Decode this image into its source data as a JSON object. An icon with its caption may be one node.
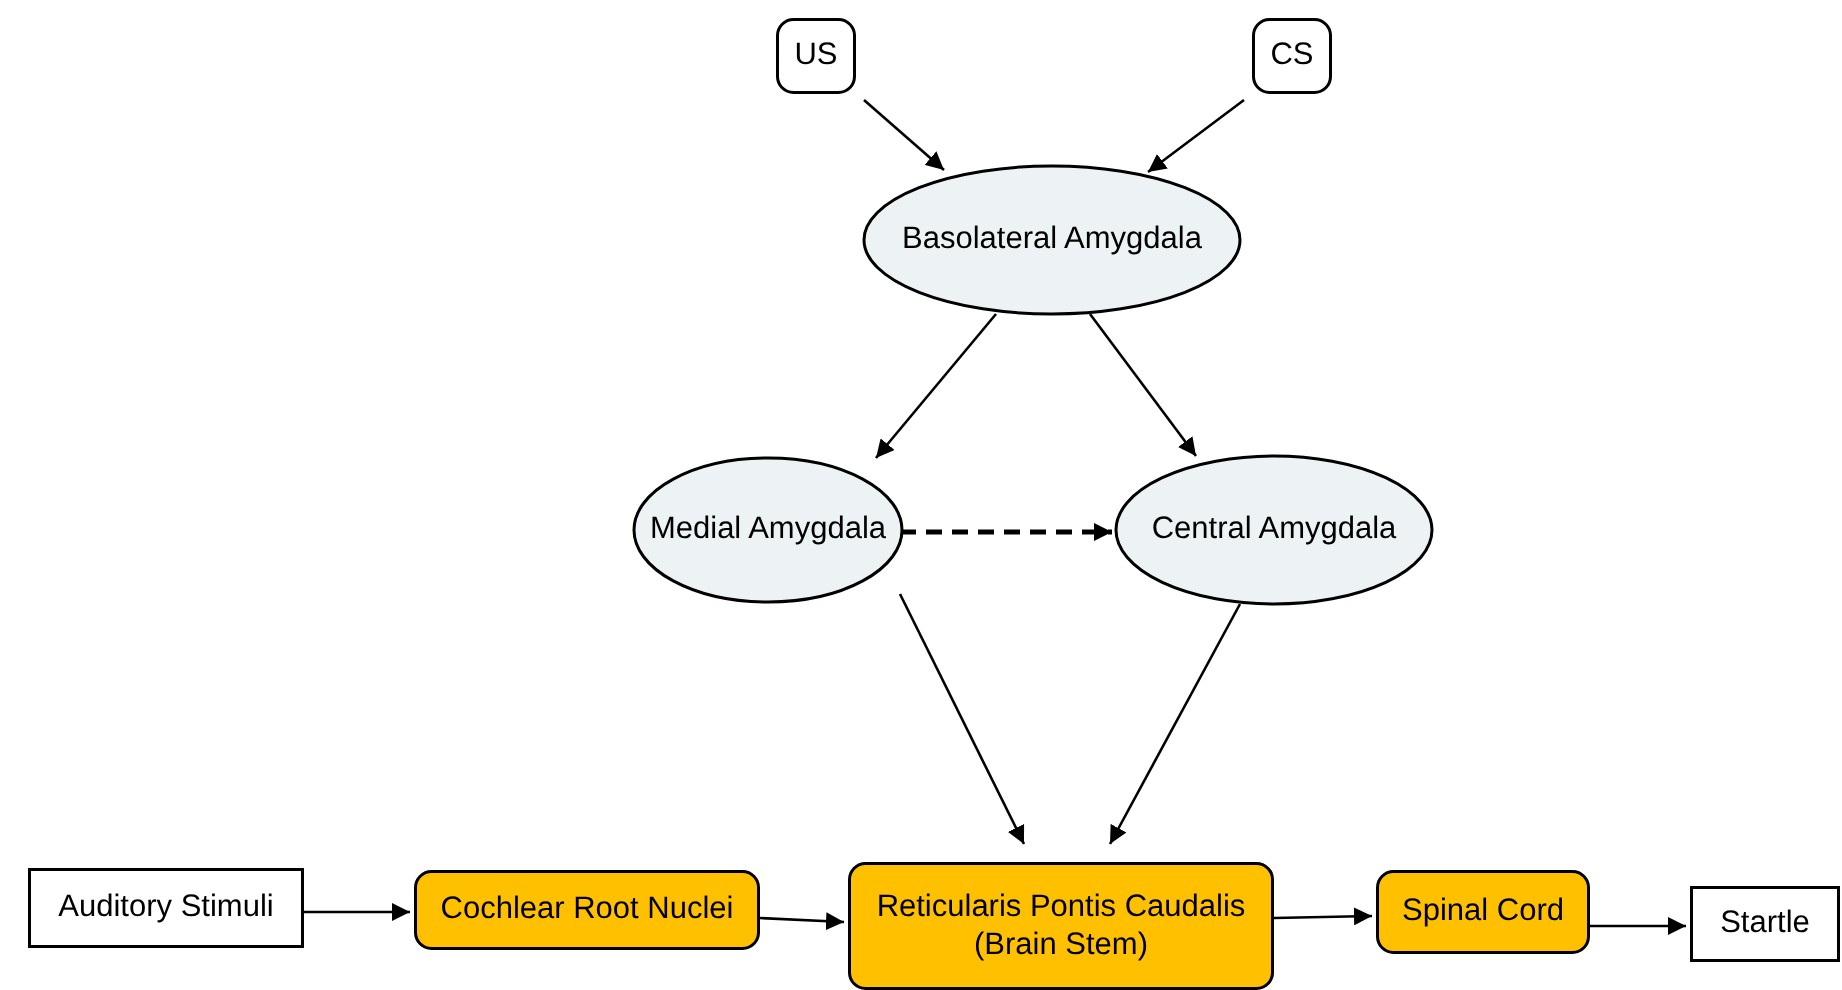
{
  "diagram": {
    "nodes": [
      {
        "text": [
          "US"
        ]
      },
      {
        "text": [
          "CS"
        ]
      },
      {
        "text": [
          "Basolateral Amygdala"
        ]
      },
      {
        "text": [
          "Medial Amygdala"
        ]
      },
      {
        "text": [
          "Central Amygdala"
        ]
      },
      {
        "text": [
          "Auditory Stimuli"
        ]
      },
      {
        "text": [
          "Cochlear Root Nuclei"
        ]
      },
      {
        "text": [
          "Reticularis Pontis Caudalis (Brain Stem)"
        ]
      },
      {
        "text": [
          "Spinal Cord"
        ]
      },
      {
        "text": [
          "Startle"
        ]
      }
    ],
    "edges": [
      {
        "from": 0,
        "to": 2,
        "arrow": "to"
      },
      {
        "from": 1,
        "to": 2,
        "arrow": "to"
      },
      {
        "from": 2,
        "to": 3,
        "arrow": "to"
      },
      {
        "from": 2,
        "to": 4,
        "arrow": "to"
      },
      {
        "from": 3,
        "to": 4,
        "arrow": "to",
        "style": "dashed"
      },
      {
        "from": 3,
        "to": 7,
        "arrow": "to"
      },
      {
        "from": 4,
        "to": 7,
        "arrow": "to"
      },
      {
        "from": 5,
        "to": 6,
        "arrow": "to"
      },
      {
        "from": 6,
        "to": 7,
        "arrow": "to"
      },
      {
        "from": 7,
        "to": 8,
        "arrow": "to"
      },
      {
        "from": 8,
        "to": 9,
        "arrow": "to"
      }
    ]
  }
}
